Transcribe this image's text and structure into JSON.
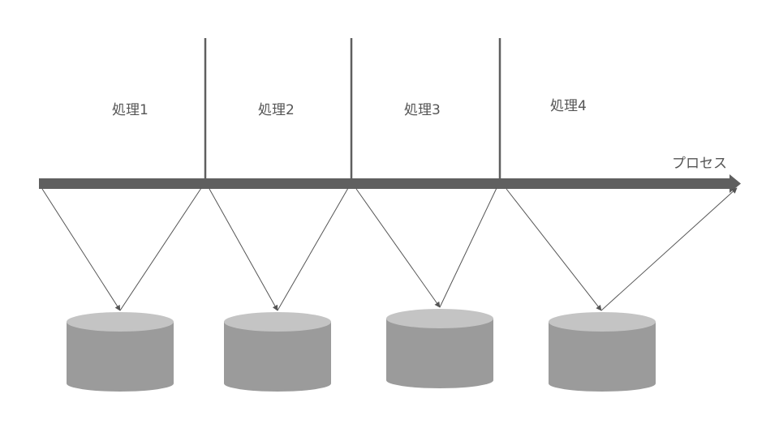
{
  "process_axis": {
    "label": "プロセス"
  },
  "steps": [
    {
      "label": "処理1"
    },
    {
      "label": "処理2"
    },
    {
      "label": "処理3"
    },
    {
      "label": "処理4"
    }
  ],
  "colors": {
    "axis": "#5f5f5f",
    "divider": "#5f5f5f",
    "connector": "#555555",
    "cylinder_body": "#9b9b9b",
    "cylinder_top": "#c4c4c4",
    "text": "#555555",
    "background": "#ffffff"
  }
}
